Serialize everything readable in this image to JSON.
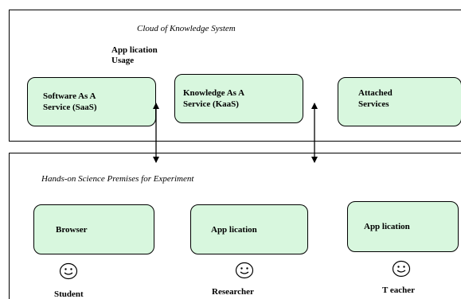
{
  "cloud_layer": {
    "title": "Cloud of Knowledge System",
    "usage_label_line1": "App lication",
    "usage_label_line2": "Usage",
    "services": [
      {
        "line1": "Software As A",
        "line2": "Service (SaaS)"
      },
      {
        "line1": "Knowledge As A",
        "line2": "Service (KaaS)"
      },
      {
        "line1": "Attached",
        "line2": "Services"
      }
    ]
  },
  "premises_layer": {
    "title": "Hands-on Science Premises for Experiment",
    "nodes": [
      {
        "label": "Browser",
        "actor": "Student",
        "actor_icon": "smiley-face-icon"
      },
      {
        "label": "App lication",
        "actor": "Researcher",
        "actor_icon": "smiley-face-icon"
      },
      {
        "label": "App lication",
        "actor": "T eacher",
        "actor_icon": "smiley-face-icon"
      }
    ]
  },
  "connectors": [
    {
      "from": "cloud_layer",
      "to": "premises_layer",
      "style": "bidirectional-arrow"
    },
    {
      "from": "cloud_layer",
      "to": "premises_layer",
      "style": "bidirectional-arrow"
    }
  ],
  "colors": {
    "node_fill": "#d8f7de",
    "stroke": "#000000",
    "background": "#ffffff"
  }
}
